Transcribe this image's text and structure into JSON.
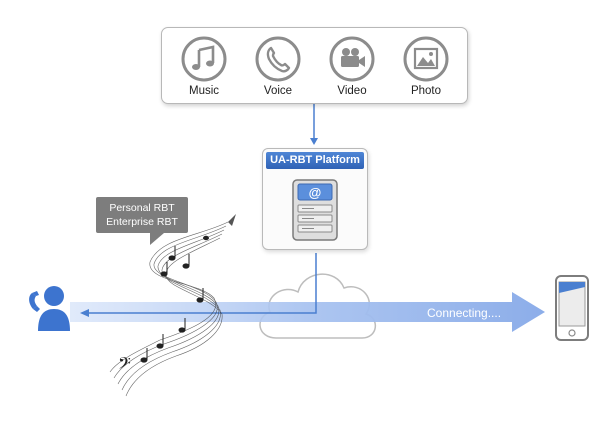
{
  "media": {
    "items": [
      {
        "key": "music",
        "label": "Music",
        "icon": "music-note-icon"
      },
      {
        "key": "voice",
        "label": "Voice",
        "icon": "phone-handset-icon"
      },
      {
        "key": "video",
        "label": "Video",
        "icon": "video-camera-icon"
      },
      {
        "key": "photo",
        "label": "Photo",
        "icon": "picture-icon"
      }
    ]
  },
  "platform": {
    "title": "UA-RBT Platform",
    "icon": "server-at-icon"
  },
  "bubble": {
    "lines": [
      "Personal RBT",
      "Enterprise RBT"
    ]
  },
  "connection": {
    "label": "Connecting...."
  },
  "colors": {
    "accent_blue": "#4a7fd0",
    "band_blue": "#9ab7ee",
    "icon_gray": "#8c8c8c",
    "bubble_gray": "#7d7d7d",
    "person_blue": "#3d74cf"
  }
}
